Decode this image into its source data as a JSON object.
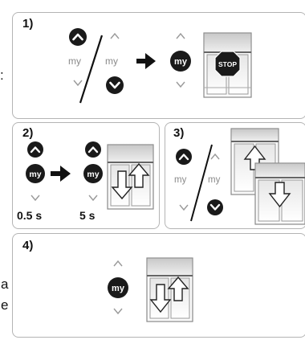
{
  "panels": {
    "p1": {
      "label": "1)",
      "my_left": "my",
      "my_right": "my",
      "my_button": "my",
      "stop": "STOP"
    },
    "p2": {
      "label": "2)",
      "my_a": "my",
      "my_b": "my",
      "time_a": "0.5 s",
      "time_b": "5 s"
    },
    "p3": {
      "label": "3)",
      "my_left": "my",
      "my_right": "my"
    },
    "p4": {
      "label": "4)",
      "my_button": "my"
    }
  },
  "edge_text": {
    "colon": ":",
    "a": "a",
    "e": "e"
  },
  "colors": {
    "button": "#1a1a1a",
    "chevron": "#9a9a9a",
    "frame": "#888888",
    "panel_border": "#b4b4b4"
  }
}
